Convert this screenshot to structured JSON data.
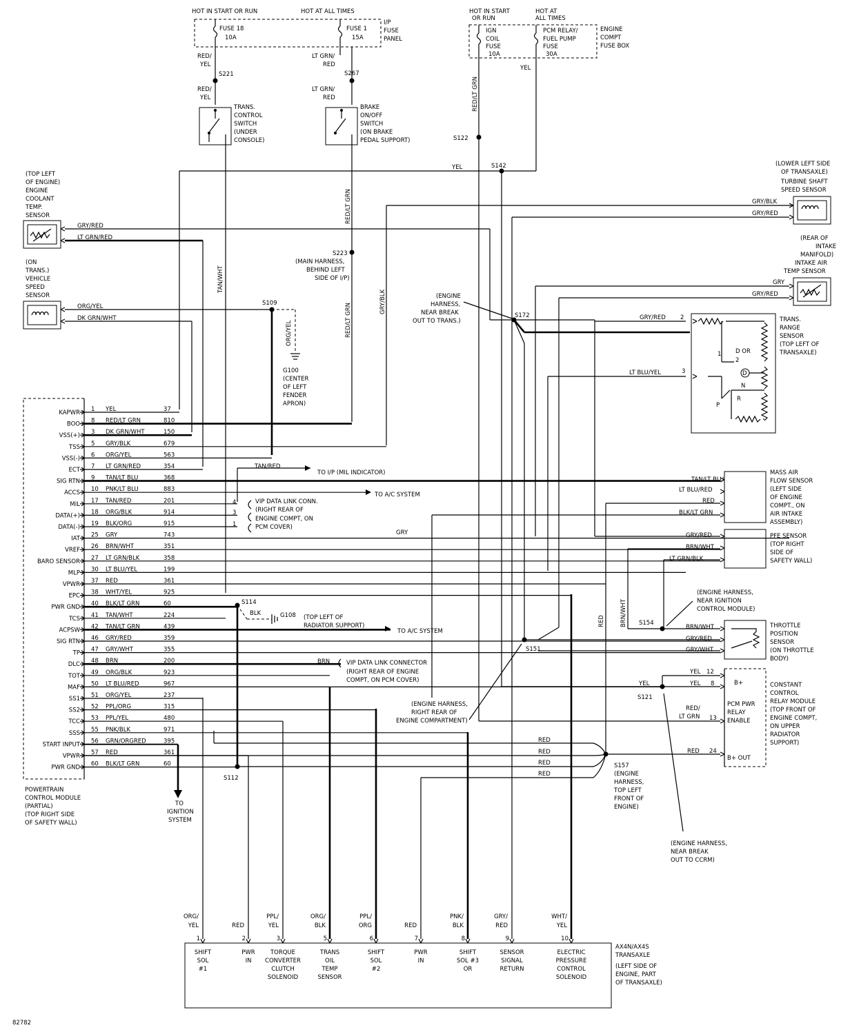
{
  "figure_id": "82782",
  "fuse_panel": {
    "hot_start_run": "HOT IN START OR RUN",
    "hot_all_times": "HOT AT ALL TIMES",
    "fuse_a": [
      "FUSE 18",
      "10A"
    ],
    "fuse_b": [
      "FUSE 1",
      "15A"
    ],
    "panel_label": [
      "I/P",
      "FUSE",
      "PANEL"
    ]
  },
  "engine_fuse_box": {
    "hot_start_run": [
      "HOT IN START",
      "OR RUN"
    ],
    "hot_all_times": [
      "HOT AT",
      "ALL TIMES"
    ],
    "fuse_a": [
      "IGN",
      "COIL",
      "FUSE",
      "10A"
    ],
    "fuse_b": [
      "PCM RELAY/",
      "FUEL PUMP",
      "FUSE",
      "30A"
    ],
    "box_label": [
      "ENGINE",
      "COMPT",
      "FUSE BOX"
    ]
  },
  "left_labels": [
    {
      "text": [
        "RED/",
        "YEL"
      ]
    },
    {
      "text": [
        "RED/",
        "YEL"
      ]
    },
    {
      "text": [
        "LT GRN/",
        "RED"
      ]
    },
    {
      "text": [
        "LT GRN/",
        "RED"
      ]
    },
    {
      "text": [
        "RED/LT GRN"
      ]
    },
    {
      "text": [
        "YEL"
      ]
    }
  ],
  "splices": {
    "s221": "S221",
    "s267": "S267",
    "s122": "S122",
    "s142": "S142",
    "s223": "S223",
    "s109": "S109",
    "s172": "S172",
    "s114": "S114",
    "s112": "S112",
    "s151": "S151",
    "s154": "S154",
    "s121": "S121",
    "s157": "S157"
  },
  "switches": {
    "trans_control": [
      "TRANS.",
      "CONTROL",
      "SWITCH",
      "(UNDER",
      "CONSOLE)"
    ],
    "brake": [
      "BRAKE",
      "ON/OFF",
      "SWITCH",
      "(ON BRAKE",
      "PEDAL SUPPORT)"
    ]
  },
  "sensors": {
    "coolant": [
      "(TOP LEFT",
      "OF ENGINE)",
      "ENGINE",
      "COOLANT",
      "TEMP.",
      "SENSOR"
    ],
    "vss": [
      "(ON",
      "TRANS.)",
      "VEHICLE",
      "SPEED",
      "SENSOR"
    ],
    "turbine": [
      "(LOWER LEFT SIDE",
      "OF TRANSAXLE)",
      "TURBINE SHAFT",
      "SPEED SENSOR"
    ],
    "iat": [
      "(REAR OF",
      "INTAKE",
      "MANIFOLD)",
      "INTAKE AIR",
      "TEMP SENSOR"
    ],
    "trs": [
      "TRANS.",
      "RANGE",
      "SENSOR",
      "(TOP LEFT OF",
      "TRANSAXLE)"
    ],
    "maf": [
      "MASS AIR",
      "FLOW SENSOR",
      "(LEFT SIDE",
      "OF ENGINE",
      "COMPT., ON",
      "AIR INTAKE",
      "ASSEMBLY)"
    ],
    "pfe": [
      "PFE SENSOR",
      "(TOP RIGHT",
      "SIDE OF",
      "SAFETY WALL)"
    ],
    "tps": [
      "THROTTLE",
      "POSITION",
      "SENSOR",
      "(ON THROTTLE",
      "BODY)"
    ],
    "ccrm": [
      "CONSTANT",
      "CONTROL",
      "RELAY MODULE",
      "(TOP FRONT OF",
      "ENGINE COMPT,",
      "ON UPPER",
      "RADIATOR",
      "SUPPORT)"
    ]
  },
  "wire_labels": {
    "coolant_a": "GRY/RED",
    "coolant_b": "LT GRN/RED",
    "vss_a": "ORG/YEL",
    "vss_b": "DK GRN/WHT",
    "turbine_a": "GRY/BLK",
    "turbine_b": "GRY/RED",
    "iat_a": "GRY",
    "iat_b": "GRY/RED",
    "trs_a": "GRY/RED",
    "trs_b": "LT BLU/YEL",
    "maf_a": "TAN/LT BLU",
    "maf_b": "LT BLU/RED",
    "maf_c": "RED",
    "maf_d": "BLK/LT GRN",
    "pfe_a": "GRY/RED",
    "pfe_b": "BRN/WHT",
    "pfe_c": "LT GRN/BLK",
    "tps_a": "BRN/WHT",
    "tps_b": "GRY/RED",
    "tps_c": "GRY/WHT",
    "ccrm_yel1": "YEL",
    "ccrm_yel2": "YEL",
    "ccrm_redltgrn": [
      "RED/",
      "LT GRN"
    ],
    "ccrm_red": "RED",
    "yel_s121": "YEL",
    "tan_wht": "TAN/WHT",
    "gry_blk": "GRY/BLK",
    "red_ltgrn": "RED/LT GRN",
    "red_ltgrn2": "RED/LT GRN",
    "org_yel_g": "ORG/YEL",
    "red_vert": "RED",
    "brn_wht_vert": "BRN/WHT",
    "tan_red": "TAN/RED",
    "gry_iat": "GRY",
    "blk_g108": "BLK",
    "brn_dlc": "BRN",
    "red_s157": [
      "RED",
      "RED",
      "RED",
      "RED"
    ]
  },
  "notes": {
    "engine_harness_s172": [
      "(ENGINE",
      "HARNESS,",
      "NEAR BREAK",
      "OUT TO TRANS.)"
    ],
    "main_harness_s223": [
      "(MAIN HARNESS,",
      "BEHIND LEFT",
      "SIDE OF I/P)"
    ],
    "g100": [
      "G100",
      "(CENTER",
      "OF LEFT",
      "FENDER",
      "APRON)"
    ],
    "g108": "G108",
    "g108_loc": [
      "(TOP LEFT OF",
      "RADIATOR SUPPORT)"
    ],
    "to_mil": "TO I/P (MIL INDICATOR)",
    "to_ac": "TO A/C SYSTEM",
    "to_ac2": "TO A/C SYSTEM",
    "vip_conn": [
      "VIP DATA LINK CONN.",
      "(RIGHT REAR OF",
      "ENGINE COMPT, ON",
      "PCM COVER)"
    ],
    "vip_conn2": [
      "VIP DATA LINK CONNECTOR",
      "(RIGHT REAR OF ENGINE",
      "COMPT, ON PCM COVER)"
    ],
    "eng_harness_s154": [
      "(ENGINE HARNESS,",
      "NEAR IGNITION",
      "CONTROL MODULE)"
    ],
    "eng_harness_s151": [
      "(ENGINE HARNESS,",
      "RIGHT REAR OF",
      "ENGINE COMPARTMENT)"
    ],
    "s157_loc": [
      "(ENGINE",
      "HARNESS,",
      "TOP LEFT",
      "FRONT OF",
      "ENGINE)"
    ],
    "eng_harness_ccrm": [
      "(ENGINE HARNESS,",
      "NEAR BREAK",
      "OUT TO CCRM)"
    ],
    "to_ignition": [
      "TO",
      "IGNITION",
      "SYSTEM"
    ],
    "pcm_label": [
      "POWERTRAIN",
      "CONTROL MODULE",
      "(PARTIAL)",
      "(TOP RIGHT SIDE",
      "OF SAFETY WALL)"
    ]
  },
  "trs_internal": {
    "pin2": "2",
    "pin3": "3",
    "d_or": "D OR",
    "two": "2",
    "d": "D",
    "n": "N",
    "r": "R",
    "p": "P",
    "one": "1"
  },
  "ccrm_pins": {
    "bplus": "B+",
    "enable": [
      "PCM PWR",
      "RELAY",
      "ENABLE"
    ],
    "bout": "B+ OUT",
    "p12": "12",
    "p8": "8",
    "p13": "13",
    "p24": "24"
  },
  "pcm_pins": [
    {
      "name": "KAPWR",
      "pin": "1",
      "color": "YEL",
      "circuit": "37"
    },
    {
      "name": "BOO",
      "pin": "8",
      "color": "RED/LT GRN",
      "circuit": "810"
    },
    {
      "name": "VSS(+)",
      "pin": "3",
      "color": "DK GRN/WHT",
      "circuit": "150"
    },
    {
      "name": "TSS",
      "pin": "5",
      "color": "GRY/BLK",
      "circuit": "679"
    },
    {
      "name": "VSS(-)",
      "pin": "6",
      "color": "ORG/YEL",
      "circuit": "563"
    },
    {
      "name": "ECT",
      "pin": "7",
      "color": "LT GRN/RED",
      "circuit": "354"
    },
    {
      "name": "SIG RTN",
      "pin": "9",
      "color": "TAN/LT BLU",
      "circuit": "368"
    },
    {
      "name": "ACCS",
      "pin": "10",
      "color": "PNK/LT BLU",
      "circuit": "883"
    },
    {
      "name": "MIL",
      "pin": "17",
      "color": "TAN/RED",
      "circuit": "201"
    },
    {
      "name": "DATA(+)",
      "pin": "18",
      "color": "ORG/BLK",
      "circuit": "914"
    },
    {
      "name": "DATA(-)",
      "pin": "19",
      "color": "BLK/ORG",
      "circuit": "915"
    },
    {
      "name": "IAT",
      "pin": "25",
      "color": "GRY",
      "circuit": "743"
    },
    {
      "name": "VREF",
      "pin": "26",
      "color": "BRN/WHT",
      "circuit": "351"
    },
    {
      "name": "BARO SENSOR",
      "pin": "27",
      "color": "LT GRN/BLK",
      "circuit": "358"
    },
    {
      "name": "MLP",
      "pin": "30",
      "color": "LT BLU/YEL",
      "circuit": "199"
    },
    {
      "name": "VPWR",
      "pin": "37",
      "color": "RED",
      "circuit": "361"
    },
    {
      "name": "EPC",
      "pin": "38",
      "color": "WHT/YEL",
      "circuit": "925"
    },
    {
      "name": "PWR GND",
      "pin": "40",
      "color": "BLK/LT GRN",
      "circuit": "60"
    },
    {
      "name": "TCS",
      "pin": "41",
      "color": "TAN/WHT",
      "circuit": "224"
    },
    {
      "name": "ACPSW",
      "pin": "42",
      "color": "TAN/LT GRN",
      "circuit": "439"
    },
    {
      "name": "SIG RTN",
      "pin": "46",
      "color": "GRY/RED",
      "circuit": "359"
    },
    {
      "name": "TP",
      "pin": "47",
      "color": "GRY/WHT",
      "circuit": "355"
    },
    {
      "name": "DLC",
      "pin": "48",
      "color": "BRN",
      "circuit": "200"
    },
    {
      "name": "TOT",
      "pin": "49",
      "color": "ORG/BLK",
      "circuit": "923"
    },
    {
      "name": "MAF",
      "pin": "50",
      "color": "LT BLU/RED",
      "circuit": "967"
    },
    {
      "name": "SS1",
      "pin": "51",
      "color": "ORG/YEL",
      "circuit": "237"
    },
    {
      "name": "SS2",
      "pin": "52",
      "color": "PPL/ORG",
      "circuit": "315"
    },
    {
      "name": "TCC",
      "pin": "53",
      "color": "PPL/YEL",
      "circuit": "480"
    },
    {
      "name": "SSS",
      "pin": "55",
      "color": "PNK/BLK",
      "circuit": "971"
    },
    {
      "name": "START INPUT",
      "pin": "56",
      "color": "GRN/ORGRED",
      "circuit": "395"
    },
    {
      "name": "VPWR",
      "pin": "57",
      "color": "RED",
      "circuit": "361"
    },
    {
      "name": "PWR GND",
      "pin": "60",
      "color": "BLK/LT GRN",
      "circuit": "60"
    }
  ],
  "transaxle": {
    "label": [
      "AX4N/AX4S",
      "TRANSAXLE",
      "(LEFT SIDE OF",
      "ENGINE, PART",
      "OF TRANSAXLE)"
    ],
    "pins": [
      {
        "wire": [
          "ORG/",
          "YEL"
        ],
        "pin": "1",
        "name": [
          "SHIFT",
          "SOL",
          "#1"
        ]
      },
      {
        "wire": [
          "RED"
        ],
        "pin": "2",
        "name": [
          "PWR",
          "IN"
        ]
      },
      {
        "wire": [
          "PPL/",
          "YEL"
        ],
        "pin": "3",
        "name": [
          "TORQUE",
          "CONVERTER",
          "CLUTCH",
          "SOLENOID"
        ]
      },
      {
        "wire": [
          "ORG/",
          "BLK"
        ],
        "pin": "5",
        "name": [
          "TRANS",
          "OIL",
          "TEMP",
          "SENSOR"
        ]
      },
      {
        "wire": [
          "PPL/",
          "ORG"
        ],
        "pin": "6",
        "name": [
          "SHIFT",
          "SOL",
          "#2"
        ]
      },
      {
        "wire": [
          "RED"
        ],
        "pin": "7",
        "name": [
          "PWR",
          "IN"
        ]
      },
      {
        "wire": [
          "PNK/",
          "BLK"
        ],
        "pin": "8",
        "name": [
          "SHIFT",
          "SOL #3",
          "OR"
        ]
      },
      {
        "wire": [
          "GRY/",
          "RED"
        ],
        "pin": "9",
        "name": [
          "SENSOR",
          "SIGNAL",
          "RETURN"
        ]
      },
      {
        "wire": [
          "WHT/",
          "YEL"
        ],
        "pin": "10",
        "name": [
          "ELECTRIC",
          "PRESSURE",
          "CONTROL",
          "SOLENOID"
        ]
      }
    ]
  }
}
